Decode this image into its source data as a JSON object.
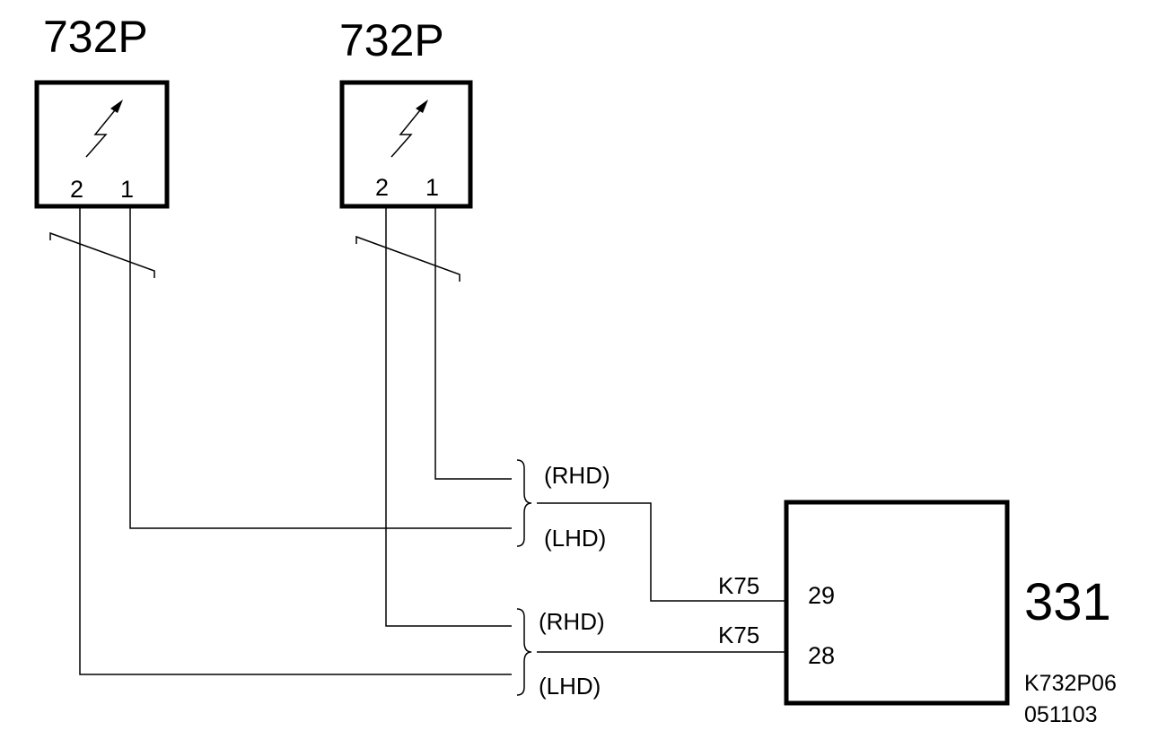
{
  "components": {
    "left": {
      "label": "732P",
      "pin_left": "2",
      "pin_right": "1"
    },
    "right": {
      "label": "732P",
      "pin_left": "2",
      "pin_right": "1"
    },
    "control_unit": {
      "label": "331",
      "pin_upper": "29",
      "pin_lower": "28"
    }
  },
  "harness": {
    "upper_rhd": "(RHD)",
    "upper_lhd": "(LHD)",
    "lower_rhd": "(RHD)",
    "lower_lhd": "(LHD)"
  },
  "connectors": {
    "upper": "K75",
    "lower": "K75"
  },
  "footer": {
    "code": "K732P06",
    "date": "051103"
  },
  "colors": {
    "line": "#000000",
    "background": "#ffffff"
  }
}
